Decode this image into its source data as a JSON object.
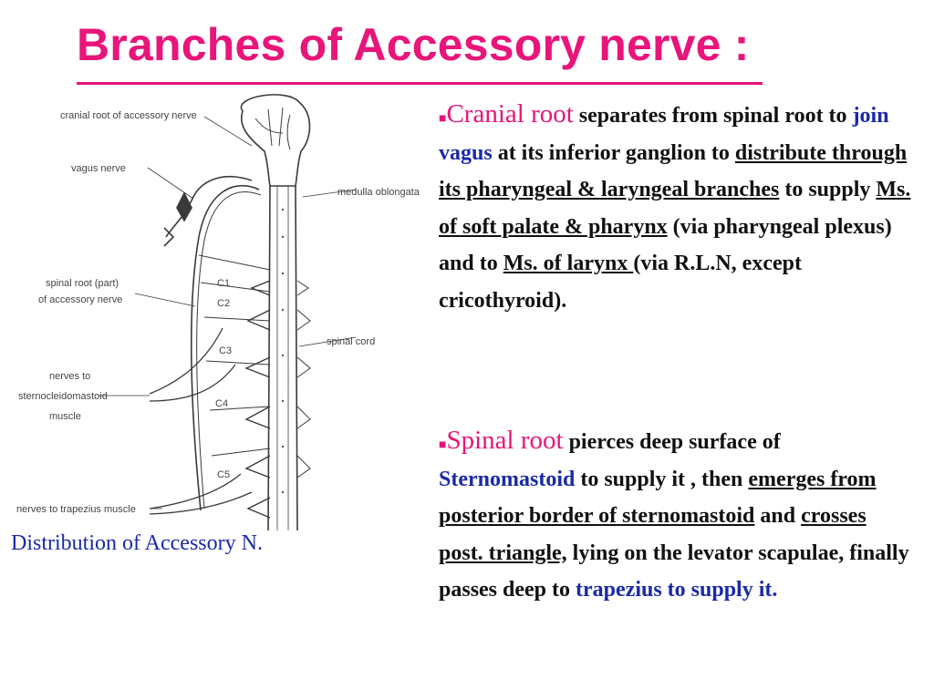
{
  "slide": {
    "title": "Branches of Accessory nerve :",
    "caption": "Distribution of Accessory N."
  },
  "figure": {
    "labels": {
      "cranial_root": "cranial root of accessory nerve",
      "vagus": "vagus nerve",
      "medulla": "medulla oblongata",
      "spinal_root_1": "spinal root (part)",
      "spinal_root_2": "of accessory nerve",
      "spinal_cord": "spinal cord",
      "scm_1": "nerves to",
      "scm_2": "sternocleidomastoid",
      "scm_3": "muscle",
      "trapezius": "nerves to trapezius muscle",
      "c1": "C1",
      "c2": "C2",
      "c3": "C3",
      "c4": "C4",
      "c5": "C5"
    }
  },
  "cranial": {
    "heading": "Cranial root",
    "t1": " separates from spinal root to ",
    "join_vagus": "join vagus",
    "t2": " at its inferior ganglion to ",
    "u1": "distribute through its pharyngeal & laryngeal branches",
    "t3": " to supply ",
    "u2": "Ms. of  soft palate &  pharynx",
    "t4": " (via pharyngeal plexus) and to ",
    "u3": "Ms. of larynx ",
    "t5": " (via R.L.N, except cricothyroid)."
  },
  "spinal": {
    "heading": "Spinal root",
    "t1": " pierces deep surface of ",
    "sternomastoid": "Sternomastoid",
    "t2": " to supply it , then ",
    "u1": "emerges from posterior border of sternomastoid",
    "t3": " and ",
    "u2": "crosses post. triangle,",
    "t4": " lying on the levator scapulae, finally passes deep to ",
    "trapezius": "trapezius to supply it."
  },
  "colors": {
    "pink": "#e8157a",
    "blue": "#1a2aa8"
  }
}
